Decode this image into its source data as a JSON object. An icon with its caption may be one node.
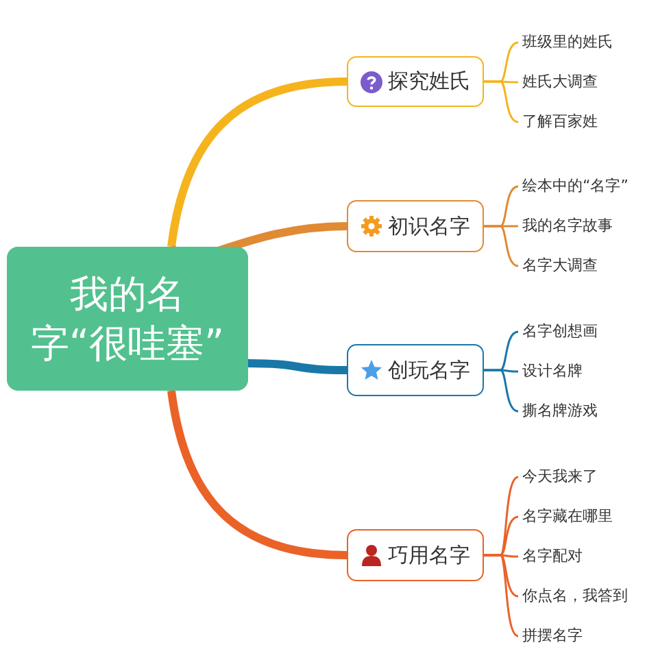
{
  "diagram": {
    "nodes": [
      {
        "text": [
          "我的名字“很哇塞”"
        ]
      },
      {
        "text": [
          "探究姓氏"
        ]
      },
      {
        "text": [
          "班级里的姓氏"
        ]
      },
      {
        "text": [
          "姓氏大调查"
        ]
      },
      {
        "text": [
          "了解百家姓"
        ]
      },
      {
        "text": [
          "初识名字"
        ]
      },
      {
        "text": [
          "绘本中的“名字”"
        ]
      },
      {
        "text": [
          "我的名字故事"
        ]
      },
      {
        "text": [
          "名字大调查"
        ]
      },
      {
        "text": [
          "创玩名字"
        ]
      },
      {
        "text": [
          "名字创想画"
        ]
      },
      {
        "text": [
          "设计名牌"
        ]
      },
      {
        "text": [
          "撕名牌游戏"
        ]
      },
      {
        "text": [
          "巧用名字"
        ]
      },
      {
        "text": [
          "今天我来了"
        ]
      },
      {
        "text": [
          "名字藏在哪里"
        ]
      },
      {
        "text": [
          "名字配对"
        ]
      },
      {
        "text": [
          "你点名，我答到"
        ]
      },
      {
        "text": [
          "拼摆名字"
        ]
      }
    ],
    "edges": [
      {
        "from": 0,
        "to": 1,
        "arrow": "none",
        "style": "thick",
        "color": "#f5b41e"
      },
      {
        "from": 1,
        "to": 2,
        "arrow": "none",
        "color": "#f5b41e"
      },
      {
        "from": 1,
        "to": 3,
        "arrow": "none",
        "color": "#f5b41e"
      },
      {
        "from": 1,
        "to": 4,
        "arrow": "none",
        "color": "#f5b41e"
      },
      {
        "from": 0,
        "to": 5,
        "arrow": "none",
        "style": "thick",
        "color": "#e08a34"
      },
      {
        "from": 5,
        "to": 6,
        "arrow": "none",
        "color": "#e08a34"
      },
      {
        "from": 5,
        "to": 7,
        "arrow": "none",
        "color": "#e08a34"
      },
      {
        "from": 5,
        "to": 8,
        "arrow": "none",
        "color": "#e08a34"
      },
      {
        "from": 0,
        "to": 9,
        "arrow": "none",
        "style": "thick",
        "color": "#1a78a8"
      },
      {
        "from": 9,
        "to": 10,
        "arrow": "none",
        "color": "#1a78a8"
      },
      {
        "from": 9,
        "to": 11,
        "arrow": "none",
        "color": "#1a78a8"
      },
      {
        "from": 9,
        "to": 12,
        "arrow": "none",
        "color": "#1a78a8"
      },
      {
        "from": 0,
        "to": 13,
        "arrow": "none",
        "style": "thick",
        "color": "#ea6228"
      },
      {
        "from": 13,
        "to": 14,
        "arrow": "none",
        "color": "#ea6228"
      },
      {
        "from": 13,
        "to": 15,
        "arrow": "none",
        "color": "#ea6228"
      },
      {
        "from": 13,
        "to": 16,
        "arrow": "none",
        "color": "#ea6228"
      },
      {
        "from": 13,
        "to": 17,
        "arrow": "none",
        "color": "#ea6228"
      },
      {
        "from": 13,
        "to": 18,
        "arrow": "none",
        "color": "#ea6228"
      }
    ]
  }
}
